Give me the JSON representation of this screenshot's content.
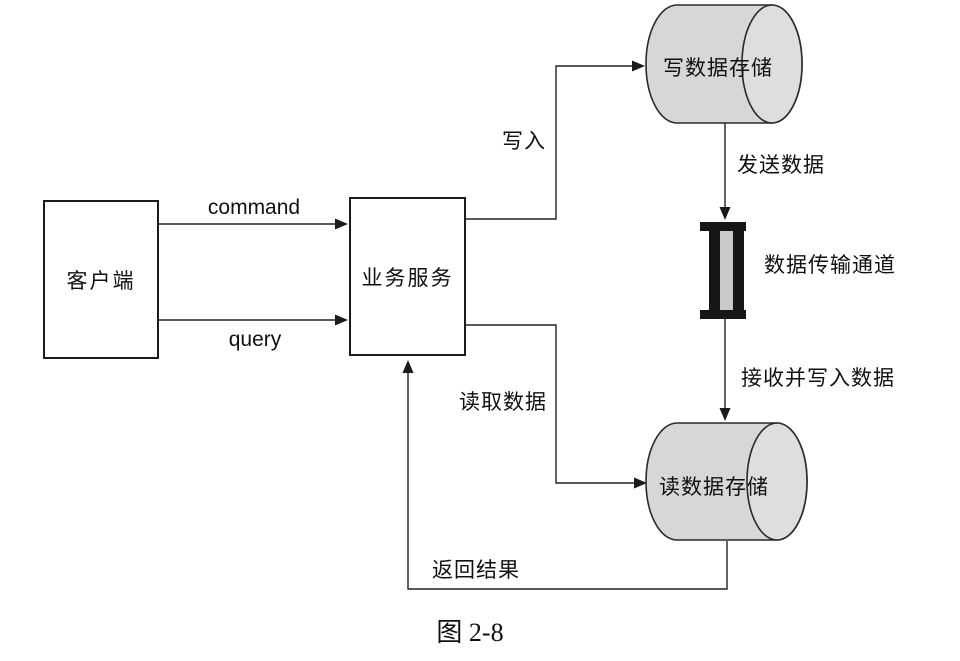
{
  "figure": {
    "caption": "图 2-8"
  },
  "nodes": {
    "client": "客户端",
    "service": "业务服务",
    "write_store": "写数据存储",
    "read_store": "读数据存储",
    "channel": "数据传输通道"
  },
  "edges": {
    "command": "command",
    "query": "query",
    "write": "写入",
    "send_data": "发送数据",
    "receive_write": "接收并写入数据",
    "read_data": "读取数据",
    "return_result": "返回结果"
  },
  "colors": {
    "line": "#222222",
    "box_border": "#1b1b1b",
    "cylinder_fill": "#d7d7d7",
    "cylinder_cap_fill": "#dedede",
    "channel_bar": "#161616",
    "channel_fill": "#c9c9c9",
    "background": "#ffffff",
    "text": "#111111"
  }
}
